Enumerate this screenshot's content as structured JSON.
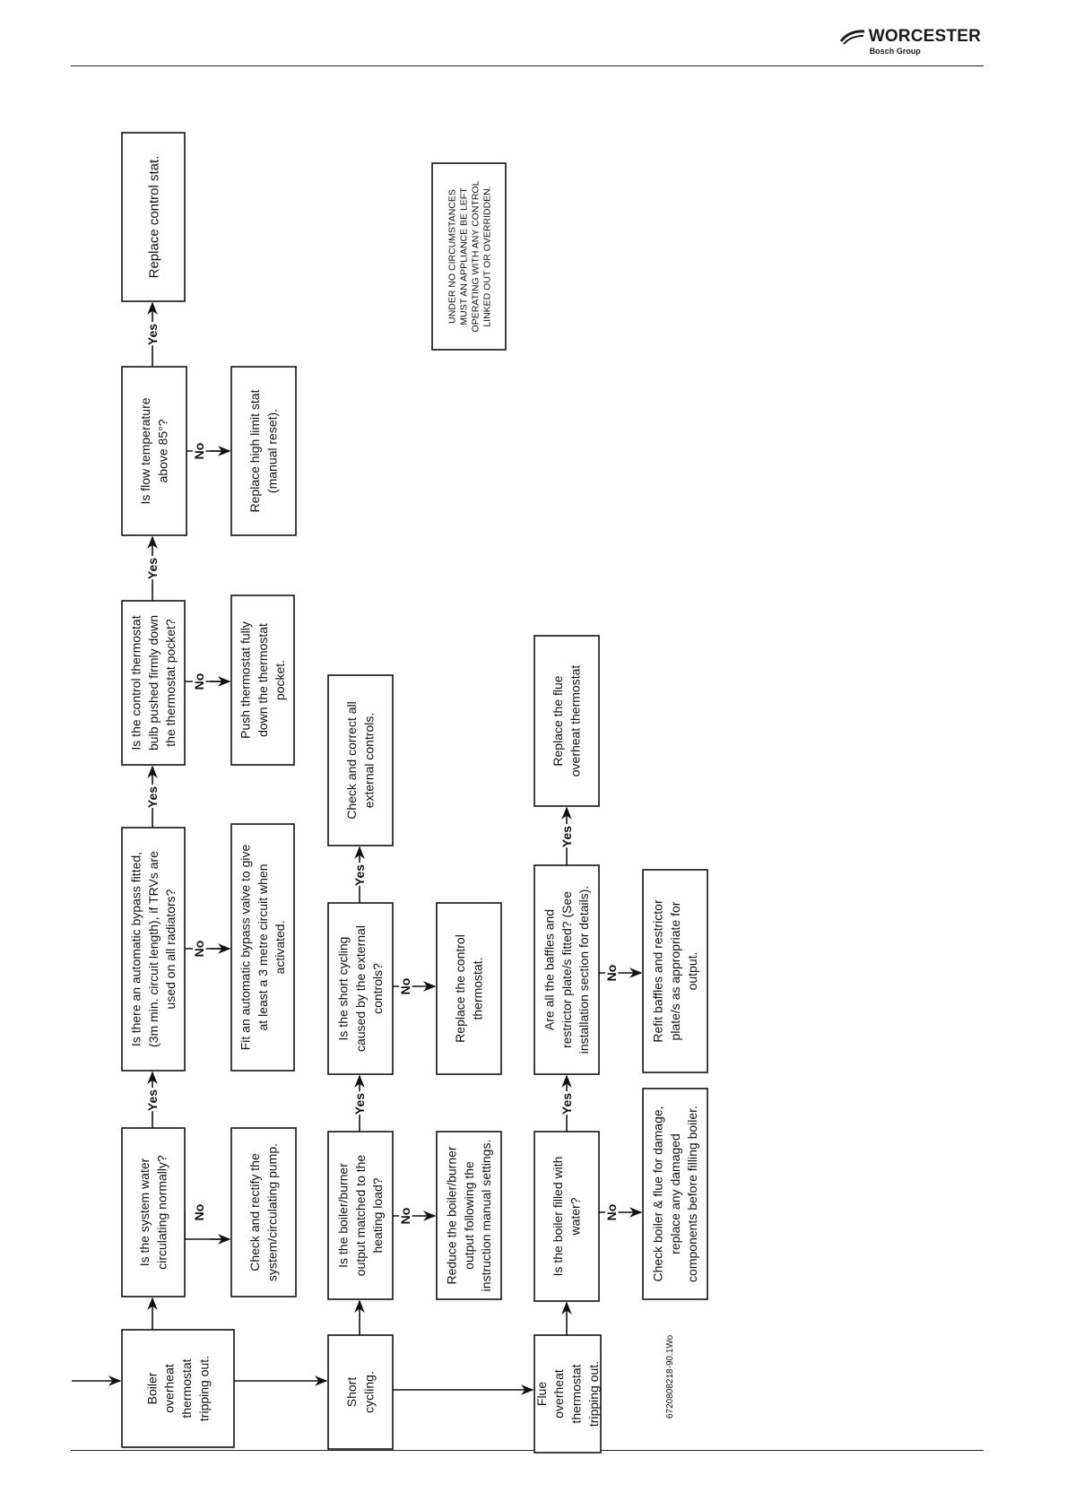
{
  "header": {
    "brand": "WORCESTER",
    "group": "Bosch Group"
  },
  "figure_code": "6720808218-90.1Wo",
  "labels": {
    "yes": "Yes",
    "no": "No"
  },
  "notice": [
    "UNDER NO CIRCUMSTANCES",
    "MUST AN APPLIANCE BE LEFT",
    "OPERATING WITH ANY CONTROL",
    "LINKED OUT OR OVERRIDDEN."
  ],
  "nodes": [
    {
      "id": "boiler-overheat",
      "lines": [
        "Boiler",
        "overheat",
        "thermostat",
        "tripping out."
      ]
    },
    {
      "id": "q-water-circulating",
      "lines": [
        "Is the system water",
        "circulating normally?"
      ]
    },
    {
      "id": "a-check-pump",
      "lines": [
        "Check and rectify the",
        "system/circulating pump."
      ]
    },
    {
      "id": "q-bypass",
      "lines": [
        "Is there an automatic bypass fitted,",
        "(3m min. circuit length), if TRVs are",
        "used on all radiators?"
      ]
    },
    {
      "id": "a-fit-bypass",
      "lines": [
        "Fit an automatic bypass valve to give",
        "at least a 3 metre circuit when",
        "activated."
      ]
    },
    {
      "id": "q-bulb-pushed",
      "lines": [
        "Is the control thermostat",
        "bulb pushed firmly down",
        "the thermostat pocket?"
      ]
    },
    {
      "id": "a-push-thermostat",
      "lines": [
        "Push thermostat fully",
        "down the thermostat",
        "pocket."
      ]
    },
    {
      "id": "q-flow-temp",
      "lines": [
        "Is flow temperature",
        "above 85°?"
      ]
    },
    {
      "id": "a-replace-high-limit",
      "lines": [
        "Replace high limit stat",
        "(manual reset)."
      ]
    },
    {
      "id": "a-replace-control-stat",
      "lines": [
        "Replace control stat."
      ]
    },
    {
      "id": "short-cycling",
      "lines": [
        "Short",
        "cycling."
      ]
    },
    {
      "id": "q-output-matched",
      "lines": [
        "Is the boiler/burner",
        "output matched to the",
        "heating load?"
      ]
    },
    {
      "id": "a-reduce-output",
      "lines": [
        "Reduce the boiler/burner",
        "output following the",
        "instruction manual settings."
      ]
    },
    {
      "id": "q-external-controls",
      "lines": [
        "Is the short cycling",
        "caused by the external",
        "controls?"
      ]
    },
    {
      "id": "a-replace-control-thermostat",
      "lines": [
        "Replace the control",
        "thermostat."
      ]
    },
    {
      "id": "a-check-external",
      "lines": [
        "Check and correct all",
        "external controls."
      ]
    },
    {
      "id": "flue-overheat",
      "lines": [
        "Flue",
        "overheat",
        "thermostat",
        "tripping out."
      ]
    },
    {
      "id": "q-boiler-filled",
      "lines": [
        "Is the boiler filled with",
        "water?"
      ]
    },
    {
      "id": "a-check-flue-damage",
      "lines": [
        "Check boiler & flue for damage,",
        "replace any damaged",
        "components before filling boiler."
      ]
    },
    {
      "id": "q-baffles",
      "lines": [
        "Are all the baffles and",
        "restrictor plate/s fitted? (See",
        "installation section for details)."
      ]
    },
    {
      "id": "a-refit-baffles",
      "lines": [
        "Refit baffles and restrictor",
        "plate/s as appropriate for",
        "output."
      ]
    },
    {
      "id": "a-replace-flue-thermostat",
      "lines": [
        "Replace the flue",
        "overheat thermostat"
      ]
    }
  ]
}
